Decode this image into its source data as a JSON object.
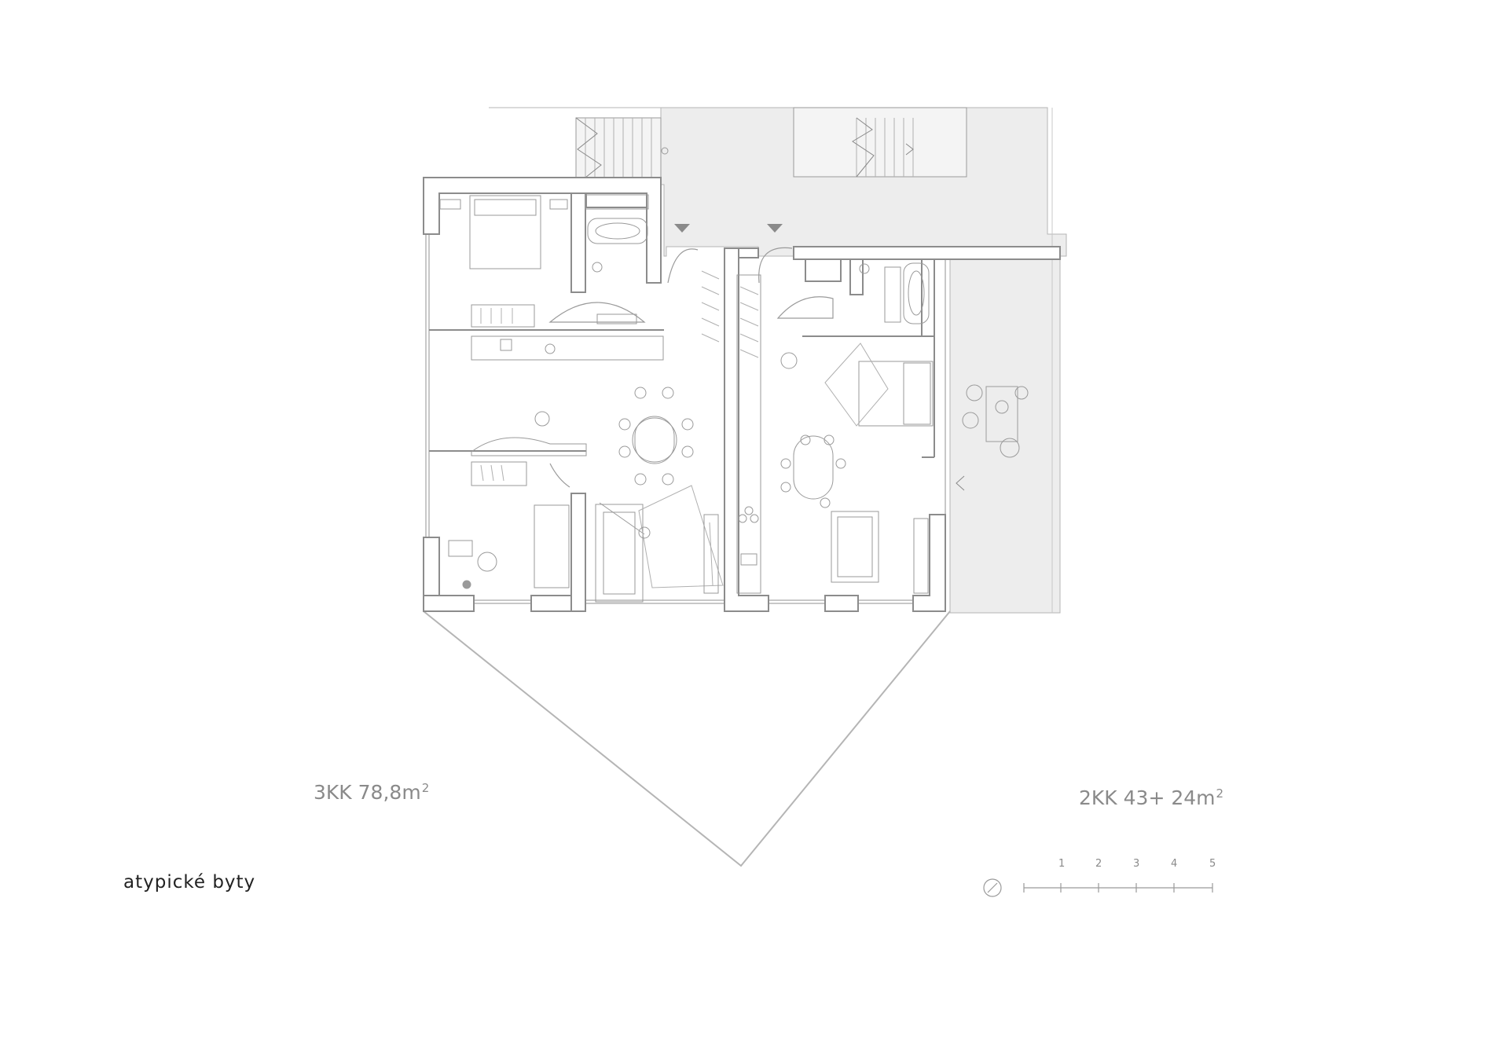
{
  "apartments": [
    {
      "layout": "3KK",
      "area": "78,8m",
      "area_exponent": "2"
    },
    {
      "layout": "2KK",
      "area": "43+ 24m",
      "area_exponent": "2"
    }
  ],
  "caption": "atypické byty",
  "scale_bar": {
    "ticks": [
      "1",
      "2",
      "3",
      "4",
      "5"
    ]
  },
  "colors": {
    "wall": "#9a9a9a",
    "line": "#a8a8a8",
    "shaded": "#ededed",
    "text": "#8a8a8a"
  },
  "icons": [
    "stair-arrow-icon",
    "entrance-arrow-icon",
    "north-arrow-icon"
  ]
}
